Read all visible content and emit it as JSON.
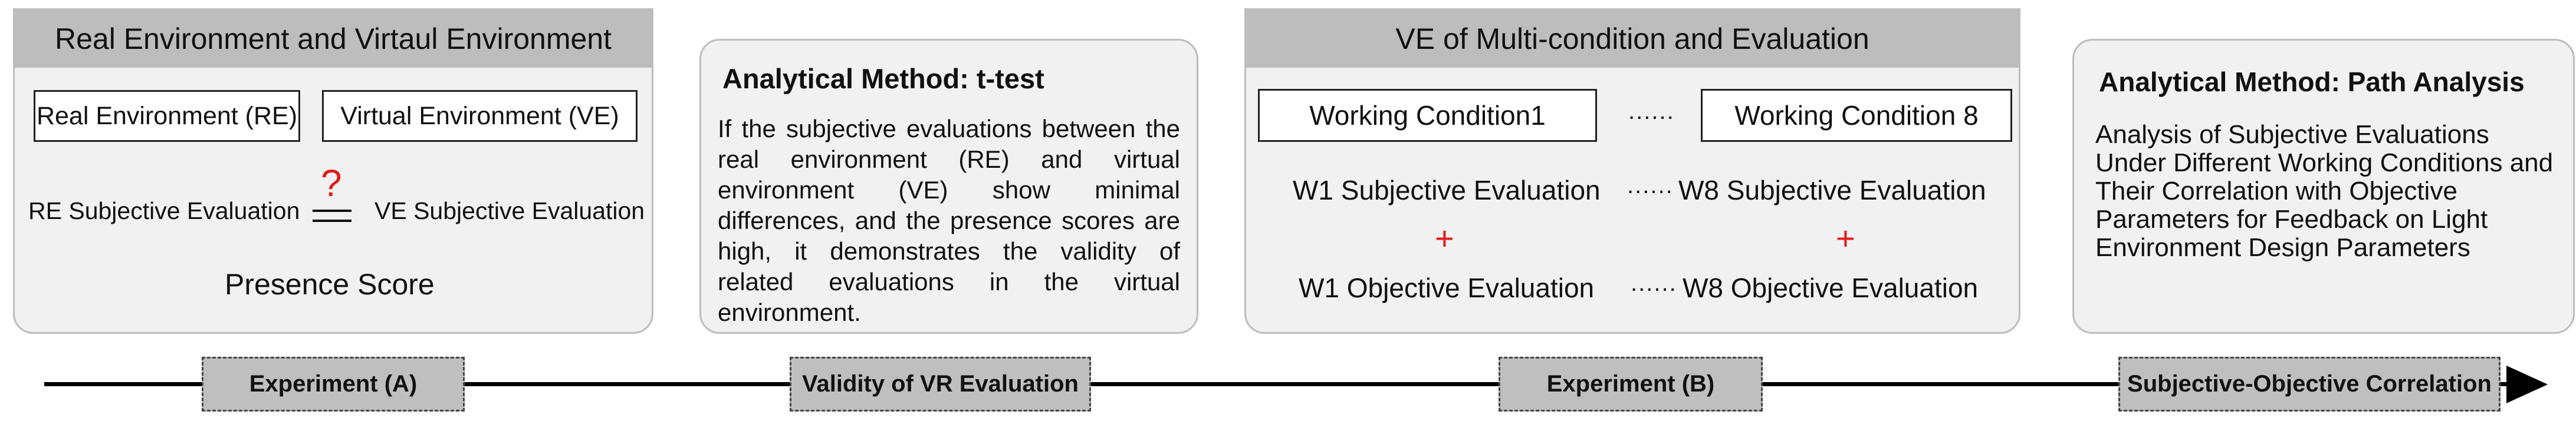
{
  "panel_a": {
    "title": "Real Environment and Virtaul Environment",
    "box_re": "Real Environment (RE)",
    "box_ve": "Virtual Environment (VE)",
    "re_eval": "RE Subjective Evaluation",
    "question": "?",
    "ve_eval": "VE Subjective Evaluation",
    "presence": "Presence Score"
  },
  "panel_t": {
    "title": "Analytical Method: t-test",
    "body": "If the subjective evaluations between the real environment (RE) and virtual environment (VE) show minimal differences, and the presence scores are high, it demonstrates the validity of related evaluations in the virtual environment."
  },
  "panel_b": {
    "title": "VE of Multi-condition and Evaluation",
    "wc1": "Working Condition1",
    "wc8": "Working Condition 8",
    "dots": "......",
    "w1_subj": "W1 Subjective Evaluation",
    "w8_subj": "W8 Subjective Evaluation",
    "plus": "+",
    "w1_obj": "W1 Objective Evaluation",
    "w8_obj": "W8 Objective Evaluation"
  },
  "panel_p": {
    "title": "Analytical Method: Path Analysis",
    "body": "Analysis of Subjective Evaluations Under Different Working Conditions and Their Correlation with Objective Parameters for Feedback on Light Environment Design Parameters"
  },
  "timeline": {
    "stages": [
      "Experiment (A)",
      "Validity of VR Evaluation",
      "Experiment (B)",
      "Subjective-Objective Correlation"
    ]
  }
}
